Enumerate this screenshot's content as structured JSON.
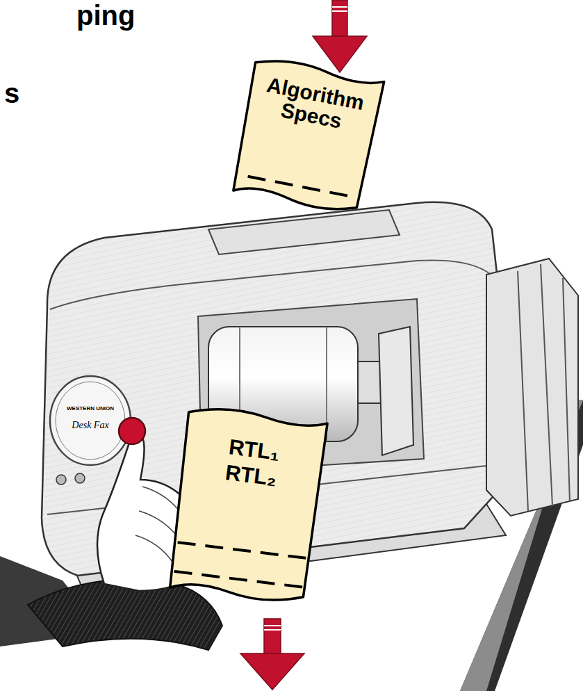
{
  "diagram": {
    "nodes": [
      {
        "text": [
          "Algorithm Specs"
        ]
      },
      {
        "text": [
          "RTL₁",
          "RTL₂"
        ]
      }
    ],
    "labels": [
      "ping",
      "s",
      "WESTERN UNION",
      "Desk Fax"
    ]
  }
}
